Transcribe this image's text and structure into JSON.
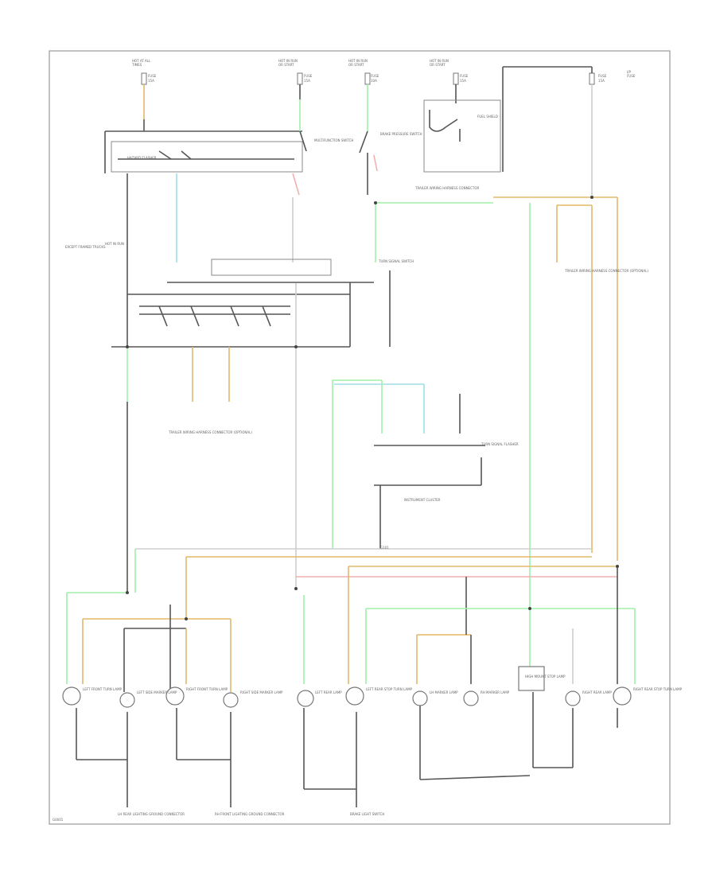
{
  "diagram": {
    "top_fuse_labels": [
      {
        "id": "f1",
        "lines": [
          "HOT AT ALL",
          "TIMES"
        ],
        "fuse": "FUSE",
        "amps": "15A"
      },
      {
        "id": "f2",
        "lines": [
          "HOT IN RUN",
          "OR START"
        ],
        "fuse": "FUSE",
        "amps": "15A"
      },
      {
        "id": "f3",
        "lines": [
          "HOT IN RUN",
          "OR START"
        ],
        "fuse": "FUSE",
        "amps": "10A"
      },
      {
        "id": "f4",
        "lines": [
          "HOT IN RUN",
          "OR START"
        ],
        "fuse": "FUSE",
        "amps": "15A"
      },
      {
        "id": "f5",
        "lines": [
          "I/P",
          "FUSE"
        ],
        "fuse": "FUSE",
        "amps": "15A"
      }
    ],
    "components": {
      "multifunction": "MULTIFUNCTION SWITCH",
      "hazard": "HAZARD FLASHER",
      "brake_switch": "BRAKE PRESSURE SWITCH",
      "fuel_shield": "FUEL SHIELD",
      "trailer_upper": "TRAILER WIRING HARNESS CONNECTOR",
      "trailer_right": "TRAILER WIRING HARNESS CONNECTOR (OPTIONAL)",
      "trailer_left": "TRAILER WIRING HARNESS CONNECTOR (OPTIONAL)",
      "turn_sig": "TURN SIGNAL SWITCH",
      "flasher": "TURN SIGNAL FLASHER",
      "instrument": "INSTRUMENT CLUSTER",
      "lh_ground": "LH REAR LIGHTING GROUND CONNECTOR",
      "rh_ground": "RH FRONT LIGHTING GROUND CONNECTOR",
      "brake_switch_bottom": "BRAKE LIGHT SWITCH",
      "hot_left": "HOT IN RUN",
      "left_note": "EXCEPT FRAMED TRUCKS",
      "body_ground": "G101"
    },
    "lamps": [
      {
        "id": "l1",
        "name": "LEFT FRONT TURN LAMP"
      },
      {
        "id": "l2",
        "name": "LEFT SIDE MARKER LAMP"
      },
      {
        "id": "l3",
        "name": "RIGHT FRONT TURN LAMP"
      },
      {
        "id": "l4",
        "name": "RIGHT SIDE MARKER LAMP"
      },
      {
        "id": "l5",
        "name": "LEFT REAR LAMP"
      },
      {
        "id": "l6",
        "name": "LEFT REAR STOP TURN LAMP"
      },
      {
        "id": "l7",
        "name": "LH MARKER LAMP"
      },
      {
        "id": "l8",
        "name": "RH MARKER LAMP"
      },
      {
        "id": "l9",
        "name": "HIGH MOUNT STOP LAMP"
      },
      {
        "id": "l10",
        "name": "RIGHT REAR LAMP"
      },
      {
        "id": "l11",
        "name": "RIGHT REAR STOP TURN LAMP"
      }
    ],
    "page_code": "G0001"
  }
}
